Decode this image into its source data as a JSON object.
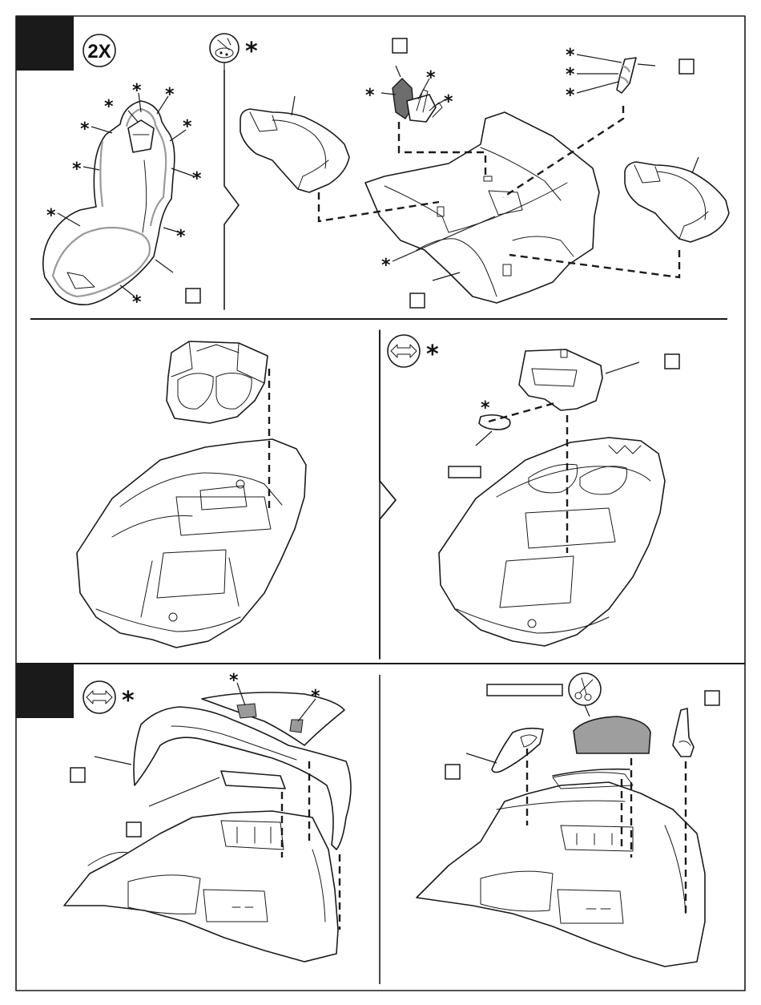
{
  "symbols": {
    "asterisk": "*",
    "multiplier": "2X"
  },
  "icons": {
    "paint-icon": "paint-brush-palette",
    "glue-icon": "two-way-arrows-glue",
    "cut-icon": "scissors"
  },
  "colors": {
    "ink": "#1a1a1a",
    "step_block": "#1a1a1a",
    "paper": "#ffffff",
    "detail_grey": "#9a9a9a",
    "windshield_fill": "#9e9e9e"
  }
}
